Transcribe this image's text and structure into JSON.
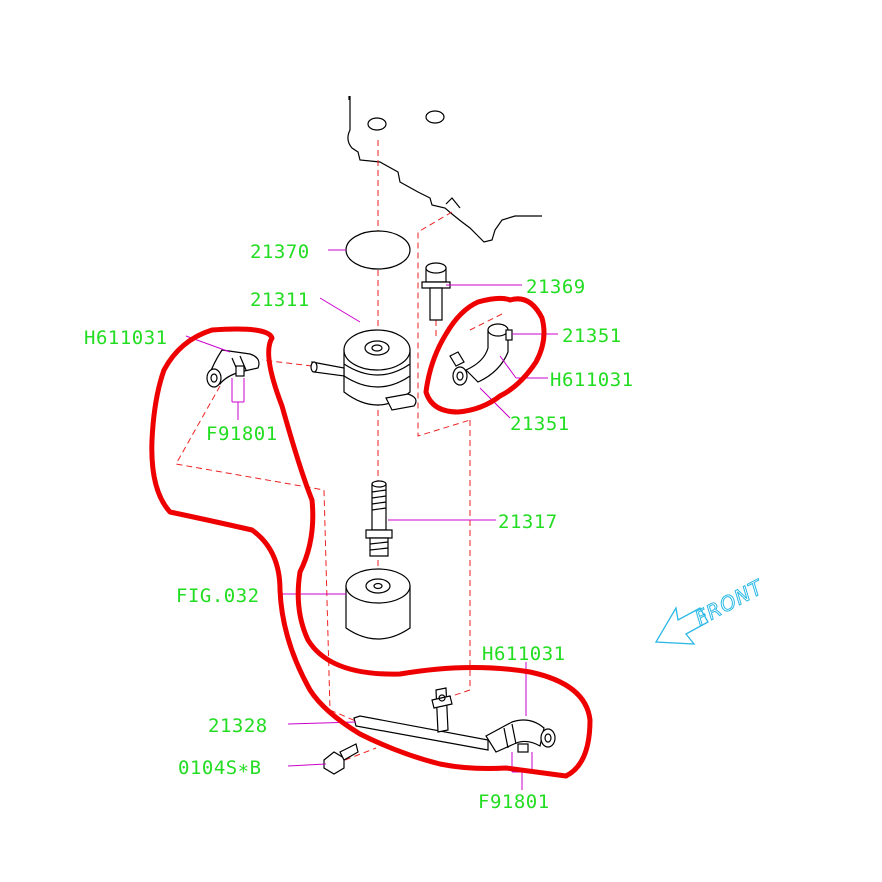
{
  "labels": {
    "l21370": "21370",
    "l21311": "21311",
    "l21369": "21369",
    "l21351a": "21351",
    "l21351b": "21351",
    "lH611031a": "H611031",
    "lH611031b": "H611031",
    "lH611031c": "H611031",
    "lF91801a": "F91801",
    "lF91801b": "F91801",
    "l21317": "21317",
    "lFIG032": "FIG.032",
    "l21328": "21328",
    "l0104S": "0104S∗B"
  },
  "front": {
    "text": "FRONT"
  },
  "colors": {
    "label": "#22dd22",
    "leader": "#cc00cc",
    "dashed_guide": "#ee2222",
    "highlight": "#ee0000",
    "front_arrow": "#2ab8e6"
  }
}
